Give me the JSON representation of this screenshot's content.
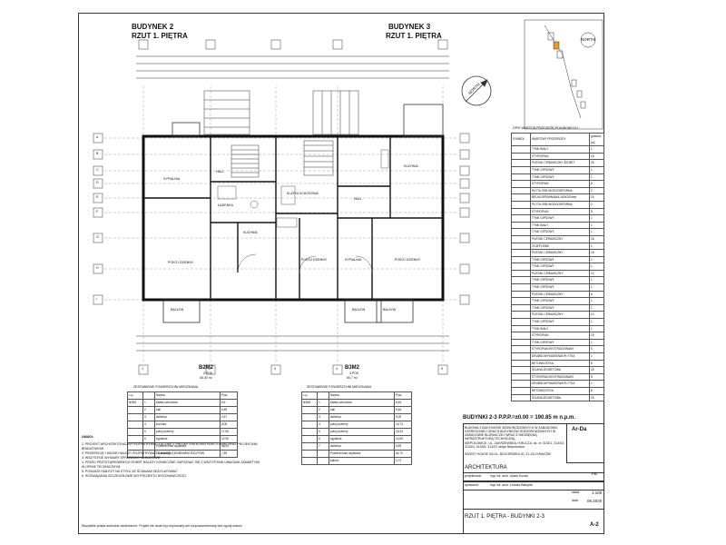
{
  "buildings": [
    {
      "name": "BUDYNEK 2",
      "floor": "RZUT 1. PIĘTRA"
    },
    {
      "name": "BUDYNEK 3",
      "floor": "RZUT 1. PIĘTRA"
    }
  ],
  "units": [
    {
      "code": "B2M2",
      "floors": "2 POK",
      "area": "46,40 m²"
    },
    {
      "code": "B3M2",
      "floors": "3 POK",
      "area": "60,7 m²"
    }
  ],
  "area_tables": [
    {
      "title": "ZESTAWIENIE POWIERZCHNI MIESZKANIA",
      "header": [
        "L.p.",
        "Nazwa",
        "Pow."
      ],
      "unit_label": "B2M2",
      "rows": [
        [
          "1",
          "klatka schodowa",
          "8,6"
        ],
        [
          "2",
          "hall",
          "6,89"
        ],
        [
          "3",
          "łazienka",
          "4,67"
        ],
        [
          "4",
          "kuchnia",
          "8,05"
        ],
        [
          "5",
          "pokój dzienny",
          "17,55"
        ],
        [
          "6",
          "sypialnia",
          "10,96"
        ],
        [
          "",
          "Powierzchnia użytkowa",
          "48,40"
        ],
        [
          "",
          "Zadaszony",
          "7,89"
        ]
      ]
    },
    {
      "title": "ZESTAWIENIE POWIERZCHNI MIESZKANIA",
      "header": [
        "L.p.",
        "Nazwa",
        "Pow."
      ],
      "unit_label": "B3M2",
      "rows": [
        [
          "1",
          "klatka schodowa",
          "8,45"
        ],
        [
          "2",
          "hall",
          "5,46"
        ],
        [
          "3",
          "łazienka",
          "9,09"
        ],
        [
          "4",
          "pokój dzienny",
          "16,73"
        ],
        [
          "5",
          "pokój dzienny",
          "18,33"
        ],
        [
          "6",
          "sypialnia",
          "14,69"
        ],
        [
          "7",
          "łazienka",
          "5,59"
        ],
        [
          "",
          "Powierzchnia użytkowa",
          "64,70"
        ],
        [
          "",
          "balkon",
          "3,72"
        ]
      ]
    }
  ],
  "legend": {
    "title": "OPIS WARSTW PRZEGRÓD POIONOWYCH",
    "header": [
      "SYMBOL",
      "WARSTWY PRZEGRODY",
      "grubość [m]"
    ],
    "rows": [
      [
        "",
        "TYNK BIAŁY",
        "1"
      ],
      [
        "",
        "STYROPIAN",
        "15"
      ],
      [
        "",
        "PUSTAK CERAMICZNY ZELBET",
        "25"
      ],
      [
        "",
        "TYNK GIPSOWY",
        "1"
      ],
      [
        "",
        "TYNK GIPSOWY",
        "1"
      ],
      [
        "",
        "STYROPIAN",
        "5"
      ],
      [
        "",
        "PŁYTA OSB WODOODPORNA",
        "2"
      ],
      [
        "",
        "BELKA DREWNIANA 160X100mm",
        "15"
      ],
      [
        "",
        "PŁYTA OSB WODOODPORNA",
        "2"
      ],
      [
        "",
        "STYROPIAN",
        "5"
      ],
      [
        "",
        "TYNK GIPSOWY",
        "1"
      ],
      [
        "",
        "TYNK BIAŁY",
        "1"
      ],
      [
        "",
        "TYNK GIPSOWY",
        "1"
      ],
      [
        "",
        "PUSTAK CERAMICZNY",
        "18"
      ],
      [
        "",
        "OCIEPLENIE",
        "1"
      ],
      [
        "",
        "PUSTAK CERAMICZNY",
        "18"
      ],
      [
        "",
        "TYNK GIPSOWY",
        "1"
      ],
      [
        "",
        "TYNK GIPSOWY",
        "1"
      ],
      [
        "",
        "PUSTAK CERAMICZNY",
        "12"
      ],
      [
        "",
        "TYNK GIPSOWY",
        "1"
      ],
      [
        "",
        "TYNK GIPSOWY",
        "1"
      ],
      [
        "",
        "PUSTAK CERAMICZNY",
        "6"
      ],
      [
        "",
        "TYNK GIPSOWY",
        "1"
      ],
      [
        "",
        "TYNK GIPSOWY",
        "1"
      ],
      [
        "",
        "PUSTAK CERAMICZNY",
        "10"
      ],
      [
        "",
        "TYNK GIPSOWY",
        "1"
      ],
      [
        "",
        "TYNK BIAŁY",
        "1"
      ],
      [
        "",
        "STYROPIAN",
        "15"
      ],
      [
        "",
        "TYNK GIPSOWY",
        "1"
      ],
      [
        "",
        "STYROPIAN EKSTRUDOWANY",
        "5"
      ],
      [
        "",
        "DRUBNOWYMIAROWA PŁYTKA",
        "1"
      ],
      [
        "",
        "BETONKOSTKA",
        "8"
      ],
      [
        "",
        "ŚCIANA ŻELBETOWA",
        "25"
      ],
      [
        "",
        "STYROPIAN EKSTRUDOWANY",
        "5"
      ],
      [
        "",
        "DRUBNOWYMIAROWA PŁYTKA",
        "1"
      ],
      [
        "",
        "BETONKOSTKA",
        "8"
      ],
      [
        "",
        "ŚCIANA ŻELBETOWA",
        "25"
      ]
    ]
  },
  "north_label": "NORTH",
  "level_line": "BUDYNKI 2-3 P.P.P.=±0.00 = 190.85 m n.p.m.",
  "title_block": {
    "project": "BUDOWA 3 BUDYNKÓW JEDNORODZINNYCH W ZABUDOWIE SZEREGOWEJ ORAZ 8 BUDYNKÓW JEDNORODZINNYCH W ZABUDOWIE BLIŹNIACZEJ WRAZ Z NIEZBĘDNĄ INFRASTRUKTURĄ TECHNICZNĄ",
    "address": "NIEPOŁOMICE, UL. ZAKRZEWSKA / KRUCZA, dz. nr 3133/1, 3133/3, 3133/4, 3133/5, 3132/2 obręb Niepołomice",
    "investor": "INVEST HOUSE SA UL. BOCHEŃSKA 20, 31-231 KRAKÓW",
    "logo": "Ar-Da",
    "discipline": "ARCHITEKTURA",
    "role1": "projektował:",
    "name1": "mgr inż. arch. Adam Kozak",
    "role2": "sprawdził:",
    "name2": "mgr inż. arch. Łukasz Błażycki",
    "label_scale": "skala",
    "scale": "1:100",
    "label_date": "data",
    "date": "06.2020",
    "drawing_title": "RZUT 1. PIĘTRA - BUDYNKI 2-3",
    "drawing_no": "A-2",
    "stage": "PB"
  },
  "notes": {
    "title": "UWAGI:",
    "items": [
      "1. PROJEKT ARCHITEKTONICZNY ROZPATRYWAĆ ŁĄCZNIE Z PROJEKTEM KONSTRUKCYJNYM ORAZ PROJEKTAMI BRANŻOWYMI",
      "2. PRZEKROJE I WIDOKI NALEŻY ROZPATRYWAĆ Z UWZGLĘDNIENIEM RZUTÓW",
      "3. WSZYSTKIE WYMIARY SPRAWDZIĆ NA BUDOWIE",
      "4. PRZED PRZYSTĄPIENIEM DO ROBÓT NALEŻY KONIECZNIE ZAPOZNAĆ SIĘ Z WSZYSTKIMI UWAGAMI ZAWARTYMI W OPISIE TECHNICZNYM",
      "5. POSADZKI NALEŻY NA STYKU ZE ŚCIANAMI ODDYLATOWAĆ",
      "6. ROZWIĄZANIA SZCZEGÓŁOWE WG PROJEKTU WYKONAWCZEGO"
    ],
    "footer": "Wszystkie prawa autorskie zastrzeżone. Projekt nie może być kopiowany ani rozpowszechniany bez zgody autora."
  },
  "axis_rows": [
    "A",
    "B",
    "C",
    "D",
    "E",
    "F",
    "G",
    "H",
    "I"
  ],
  "axis_cols": [
    "1",
    "2",
    "3",
    "4",
    "5"
  ],
  "rooms": [
    "SYPIALNIA",
    "HALL",
    "ŁAZIENKA",
    "KUCHNIA",
    "POKÓJ DZIENNY",
    "KLATKA SCHODOWA",
    "BALKON",
    "POKÓJ DZIENNY",
    "SYPIALNIA",
    "POKÓJ DZIENNY",
    "KUCHNIA",
    "HALL",
    "BALKON",
    "BALKON"
  ]
}
